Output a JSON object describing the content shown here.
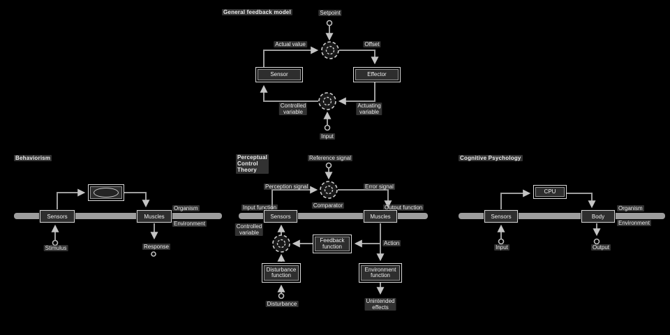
{
  "colors": {
    "background": "#000000",
    "line": "#9e9e9e",
    "arrow": "#c4c4c4",
    "band": "#b3b3b3",
    "box_border": "#d3d3d3",
    "box_fill": "#2e2e2e",
    "label_bg": "#767676",
    "text": "#ededed"
  },
  "general": {
    "title": "General feedback model",
    "nodes": {
      "sensor": "Sensor",
      "effector": "Effector"
    },
    "labels": {
      "setpoint": "Setpoint",
      "actual_value": "Actual value",
      "offset": "Offset",
      "controlled_variable": "Controlled\nvariable",
      "actuating_variable": "Actuating\nvariable",
      "input": "Input"
    }
  },
  "behaviorism": {
    "title": "Behaviorism",
    "nodes": {
      "sensors": "Sensors",
      "muscles": "Muscles"
    },
    "labels": {
      "stimulus": "Stimulus",
      "response": "Response",
      "organism": "Organism",
      "environment": "Environment"
    }
  },
  "pct": {
    "title": "Perceptual\nControl\nTheory",
    "nodes": {
      "sensors": "Sensors",
      "muscles": "Muscles",
      "feedback_function": "Feedback\nfunction",
      "disturbance_function": "Disturbance\nfunction",
      "environment_function": "Environment\nfunction"
    },
    "labels": {
      "reference_signal": "Reference signal",
      "perception_signal": "Perception signal",
      "error_signal": "Error signal",
      "comparator": "Comparator",
      "input_function": "Input function",
      "output_function": "Output function",
      "controlled_variable": "Controlled\nvariable",
      "action": "Action",
      "disturbance": "Disturbance",
      "unintended_effects": "Unintended\neffects"
    }
  },
  "cognitive": {
    "title": "Cognitive Psychology",
    "nodes": {
      "sensors": "Sensors",
      "cpu": "CPU",
      "body": "Body"
    },
    "labels": {
      "input": "Input",
      "output": "Output",
      "organism": "Organism",
      "environment": "Environment"
    }
  }
}
